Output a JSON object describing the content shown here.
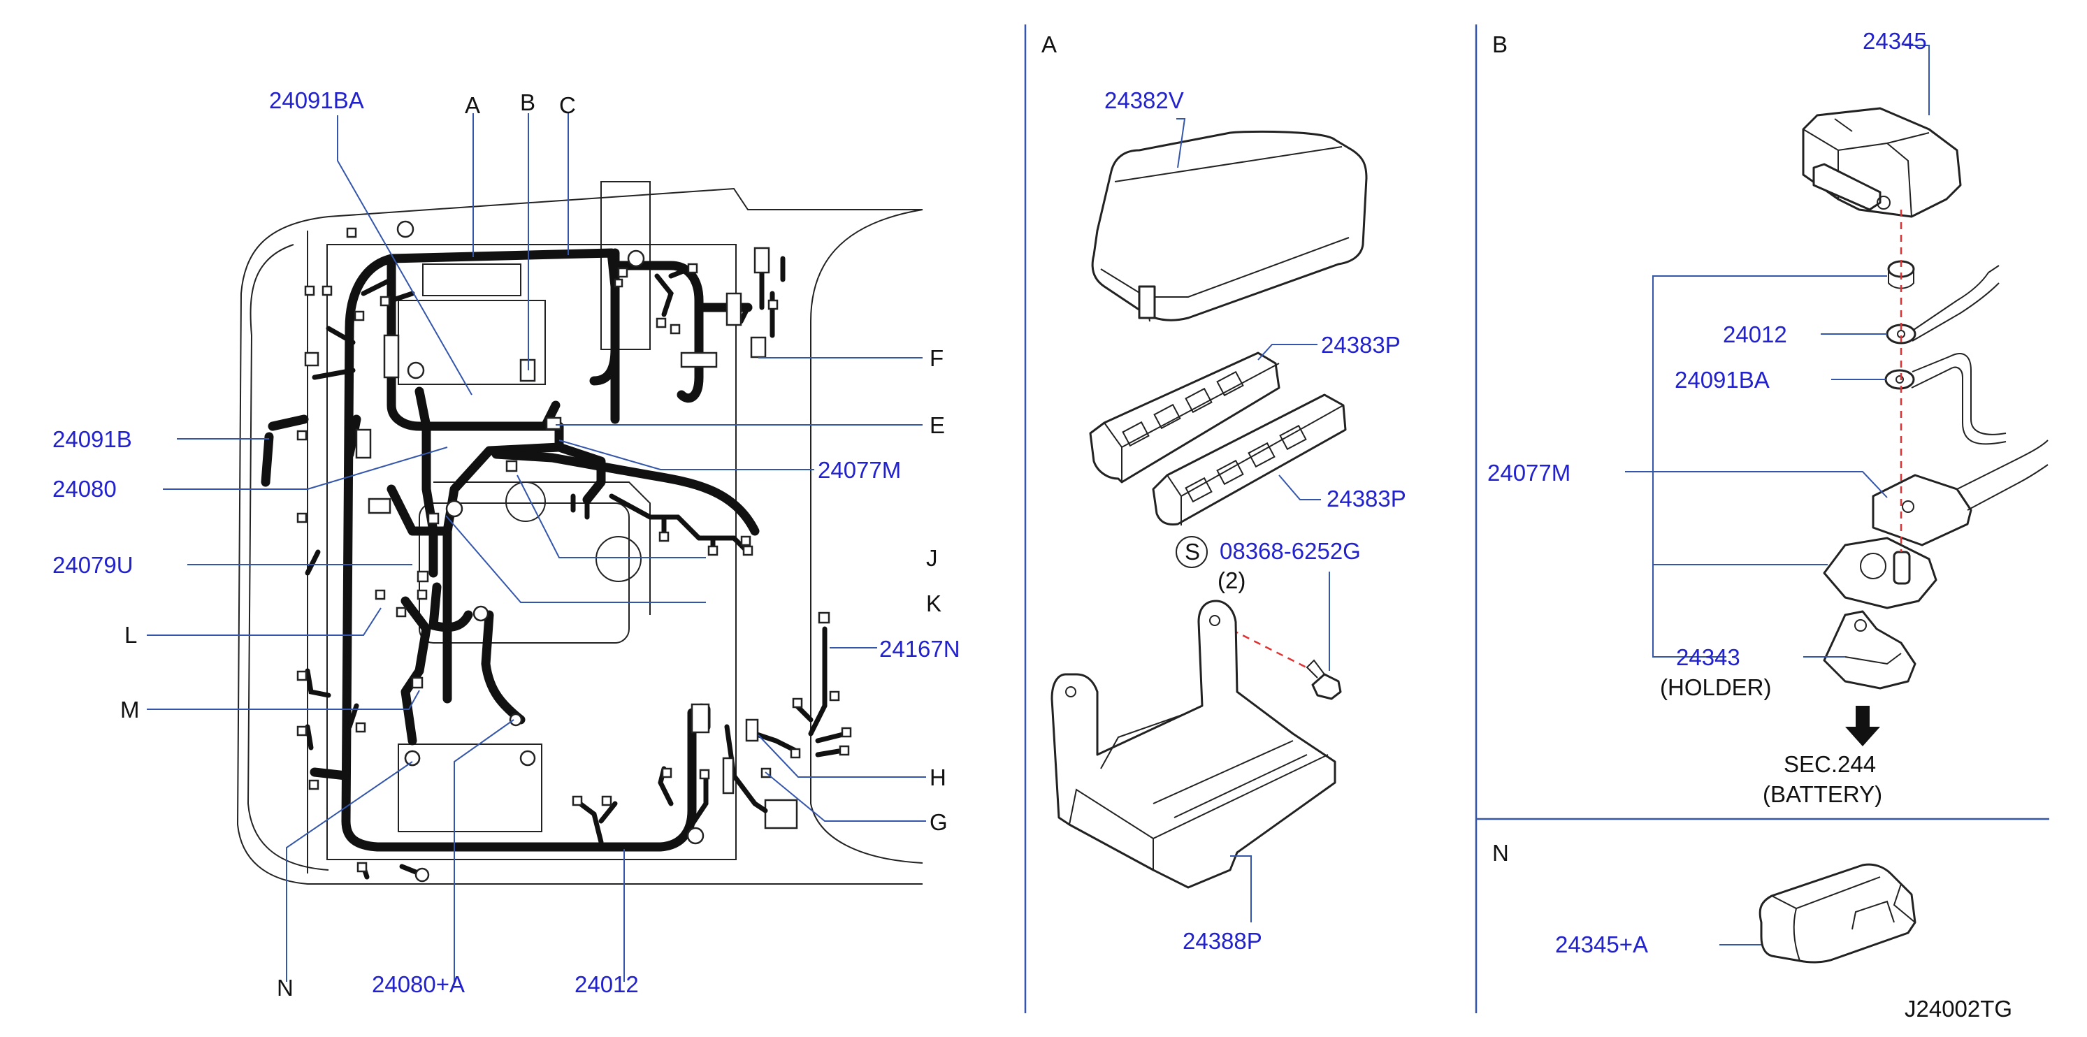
{
  "sections": {
    "a": "A",
    "b": "B",
    "n": "N"
  },
  "main_view": {
    "part_numbers": {
      "p24091BA": "24091BA",
      "p24091B": "24091B",
      "p24080": "24080",
      "p24079U": "24079U",
      "p24077M": "24077M",
      "p24167N": "24167N",
      "p24080A": "24080+A",
      "p24012": "24012"
    },
    "callouts": {
      "a": "A",
      "b": "B",
      "c": "C",
      "f": "F",
      "e": "E",
      "j": "J",
      "k": "K",
      "l": "L",
      "m": "M",
      "h": "H",
      "g": "G",
      "n": "N"
    }
  },
  "detail_a": {
    "p24382V": "24382V",
    "p24383P_top": "24383P",
    "p24383P_bottom": "24383P",
    "s_symbol": "S",
    "bolt": "08368-6252G",
    "bolt_qty": "(2)",
    "p24388P": "24388P"
  },
  "detail_b": {
    "p24345": "24345",
    "p24012": "24012",
    "p24091BA": "24091BA",
    "p24077M": "24077M",
    "p24343": "24343",
    "holder": "(HOLDER)",
    "sec": "SEC.244",
    "battery": "(BATTERY)"
  },
  "detail_n": {
    "p24345A": "24345+A"
  },
  "diagram_code": "J24002TG"
}
